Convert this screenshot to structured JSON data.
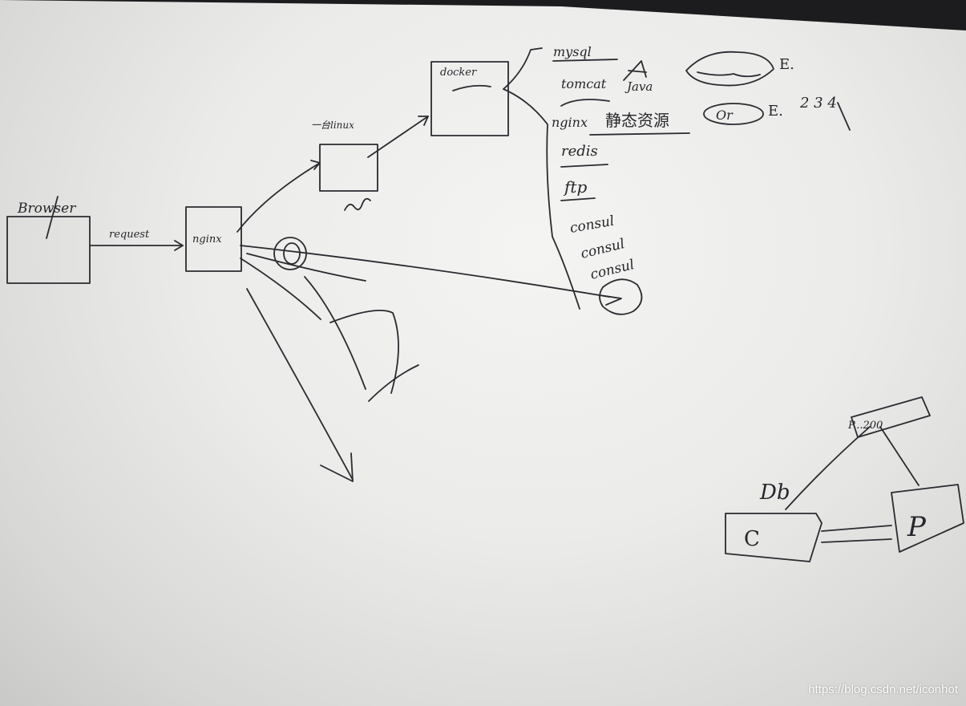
{
  "sketch": {
    "browser_label": "Browser",
    "request_label": "request",
    "nginx_label": "nginx",
    "linux_label": "一台linux",
    "docker_label": "docker",
    "services": [
      "mysql",
      "tomcat",
      "nginx",
      "redis",
      "ftp",
      "consul",
      "consul",
      "consul"
    ],
    "java_label": "Java",
    "static_resources_label": "静态资源",
    "side_numbers": "2 3 4"
  },
  "corner_diagram": {
    "db_label": "Db",
    "c_label": "C",
    "p_label": "P",
    "top_label": "P...200"
  },
  "watermark": "https://blog.csdn.net/iconhot"
}
